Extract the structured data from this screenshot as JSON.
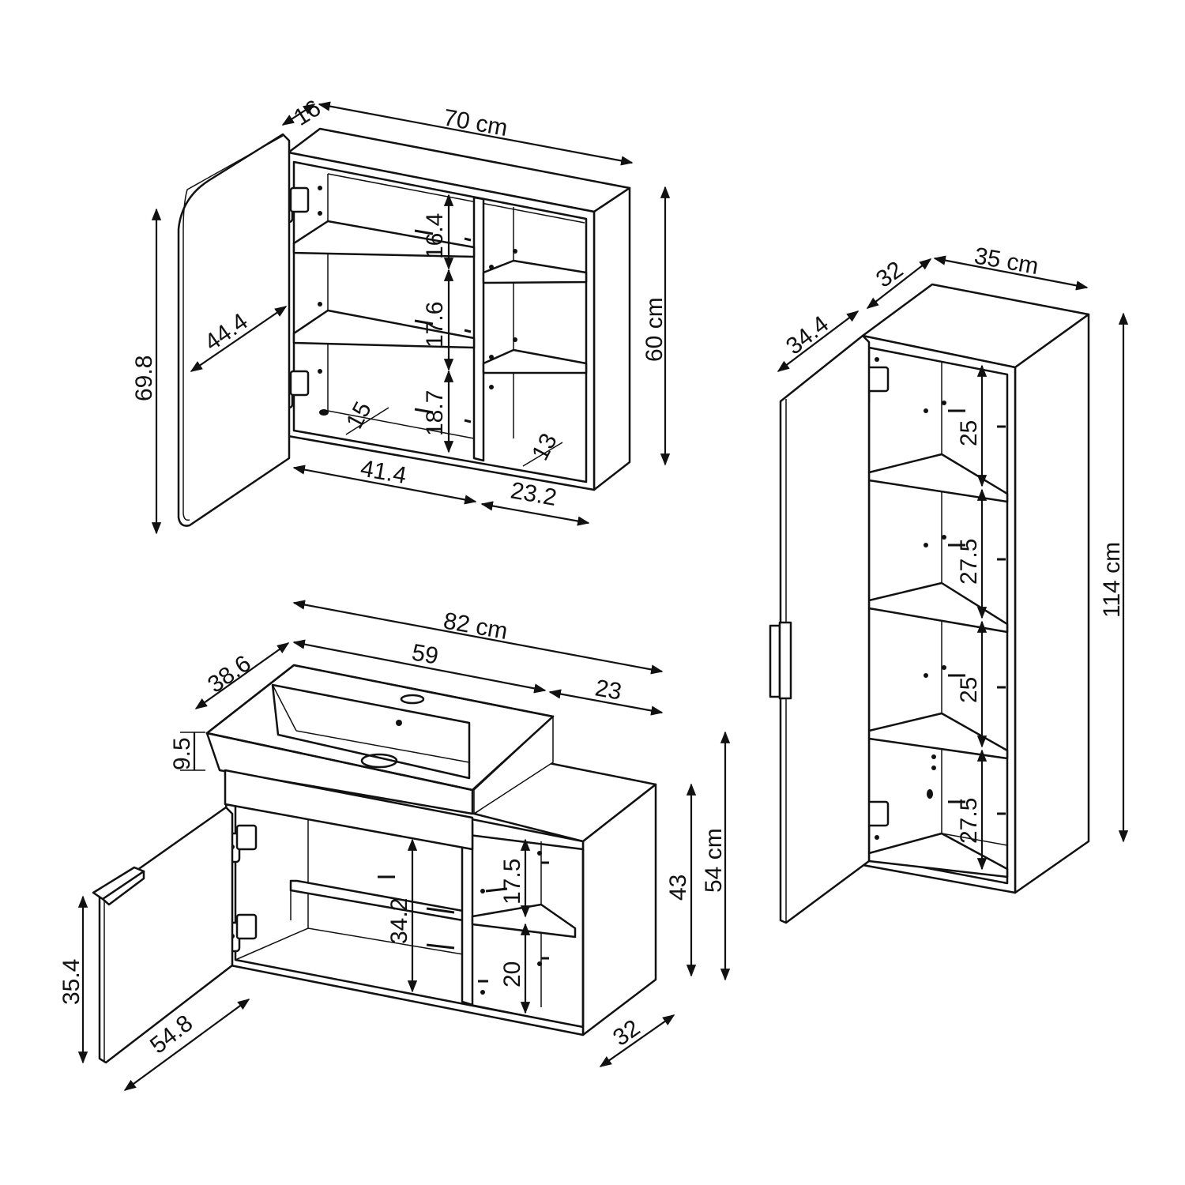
{
  "mirror_cabinet": {
    "depth_label": "16",
    "width_label": "70 cm",
    "height_label": "60 cm",
    "door_height_label": "69.8",
    "door_width_label": "44.4",
    "shelf_1_label": "16.4",
    "shelf_2_label": "17.6",
    "shelf_3_label": "18.7",
    "inner_depth_left_label": "15",
    "inner_depth_right_label": "13",
    "left_width_label": "41.4",
    "right_width_label": "23.2"
  },
  "vanity_unit": {
    "total_width_label": "82 cm",
    "sink_width_label": "59",
    "side_width_label": "23",
    "sink_depth_label": "38.6",
    "sink_height_label": "9.5",
    "inner_height_label": "34.2",
    "shelf_upper_label": "17.5",
    "shelf_lower_label": "20",
    "body_height_label": "43",
    "total_height_label": "54 cm",
    "depth_label": "32",
    "door_height_label": "35.4",
    "door_width_label": "54.8"
  },
  "tall_cabinet": {
    "width_label": "35 cm",
    "depth_label": "32",
    "door_width_label": "34.4",
    "height_label": "114 cm",
    "shelf_1_label": "25",
    "shelf_2_label": "27.5",
    "shelf_3_label": "25",
    "shelf_4_label": "27.5"
  }
}
